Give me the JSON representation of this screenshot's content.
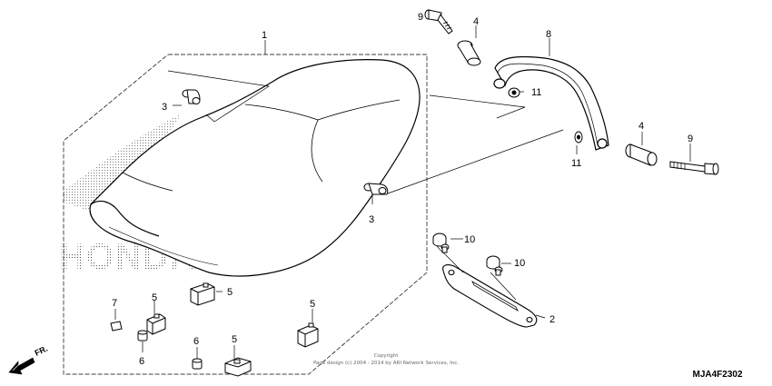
{
  "parts": [
    {
      "id": "p1",
      "number": "1"
    },
    {
      "id": "p2",
      "number": "2"
    },
    {
      "id": "p3a",
      "number": "3"
    },
    {
      "id": "p3b",
      "number": "3"
    },
    {
      "id": "p4a",
      "number": "4"
    },
    {
      "id": "p4b",
      "number": "4"
    },
    {
      "id": "p5a",
      "number": "5"
    },
    {
      "id": "p5b",
      "number": "5"
    },
    {
      "id": "p5c",
      "number": "5"
    },
    {
      "id": "p5d",
      "number": "5"
    },
    {
      "id": "p5e",
      "number": "5"
    },
    {
      "id": "p6",
      "number": "6"
    },
    {
      "id": "p6b",
      "number": "6"
    },
    {
      "id": "p7",
      "number": "7"
    },
    {
      "id": "p8",
      "number": "8"
    },
    {
      "id": "p9a",
      "number": "9"
    },
    {
      "id": "p9b",
      "number": "9"
    },
    {
      "id": "p10a",
      "number": "10"
    },
    {
      "id": "p10b",
      "number": "10"
    },
    {
      "id": "p11a",
      "number": "11"
    },
    {
      "id": "p11b",
      "number": "11"
    }
  ],
  "watermark": "HONDA",
  "copyright_line1": "Copyright",
  "copyright_line2": "Page design (c) 2004 - 2014 by ARI Network Services, Inc.",
  "diagram_code": "MJA4F2302",
  "direction_label": "FR."
}
